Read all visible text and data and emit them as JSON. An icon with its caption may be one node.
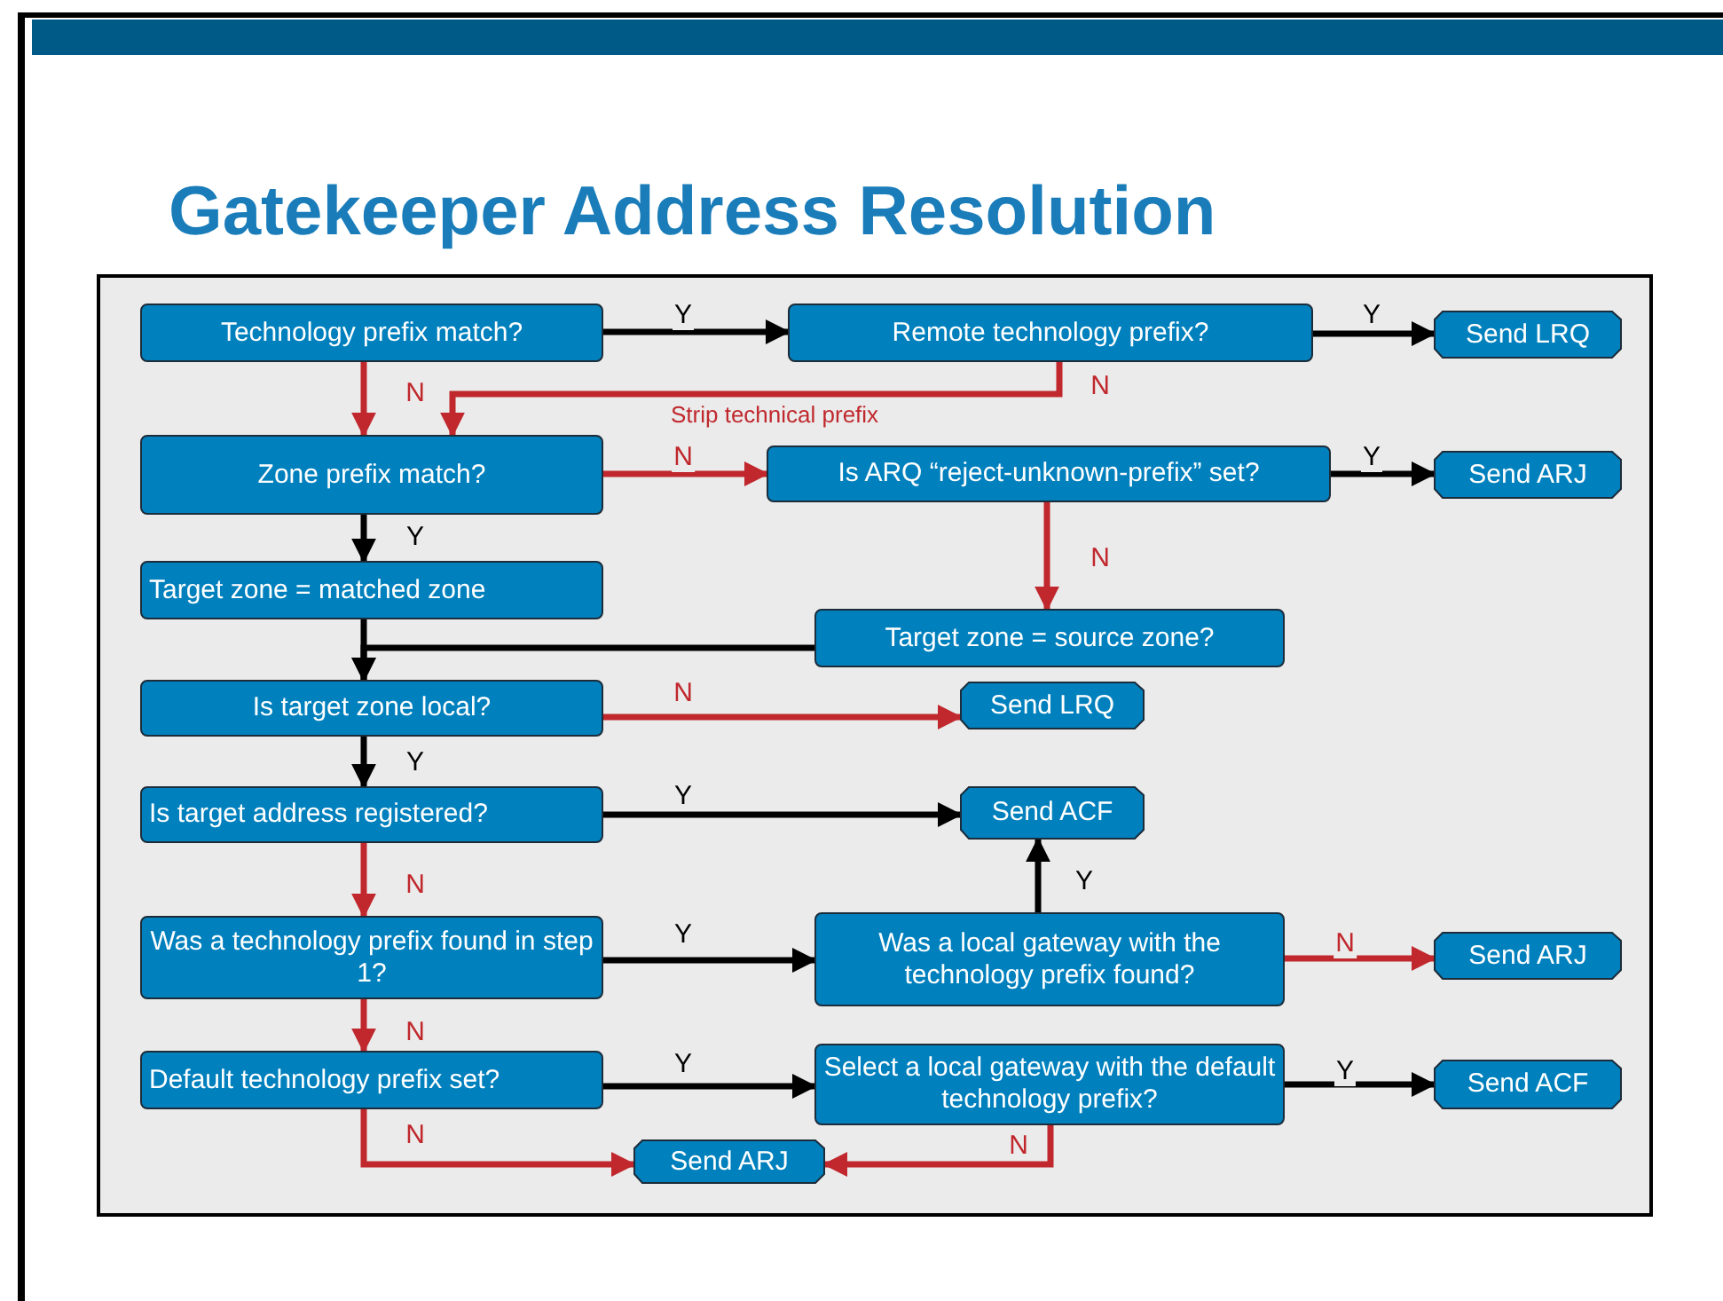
{
  "diagram": {
    "title": "Gatekeeper Address Resolution",
    "nodes": [
      {
        "text": [
          "Technology prefix match?"
        ]
      },
      {
        "text": [
          "Remote technology prefix?"
        ]
      },
      {
        "text": [
          "Send LRQ"
        ]
      },
      {
        "text": [
          "Zone prefix match?"
        ]
      },
      {
        "text": [
          "Is ARQ “reject-unknown-prefix” set?"
        ]
      },
      {
        "text": [
          "Send ARJ"
        ]
      },
      {
        "text": [
          "Target zone = matched zone"
        ]
      },
      {
        "text": [
          "Target zone = source zone?"
        ]
      },
      {
        "text": [
          "Is target zone local?"
        ]
      },
      {
        "text": [
          "Send LRQ"
        ]
      },
      {
        "text": [
          "Is target address registered?"
        ]
      },
      {
        "text": [
          "Send ACF"
        ]
      },
      {
        "text": [
          "Was a technology prefix found in step 1?"
        ]
      },
      {
        "text": [
          "Was a local gateway with the technology prefix found?"
        ]
      },
      {
        "text": [
          "Send ARJ"
        ]
      },
      {
        "text": [
          "Default technology prefix set?"
        ]
      },
      {
        "text": [
          "Select a local gateway with the default technology prefix?"
        ]
      },
      {
        "text": [
          "Send ACF"
        ]
      },
      {
        "text": [
          "Send ARJ"
        ]
      }
    ],
    "edges": [
      {
        "from": 0,
        "to": 1,
        "arrow": "to",
        "label": "Y"
      },
      {
        "from": 1,
        "to": 2,
        "arrow": "to",
        "label": "Y"
      },
      {
        "from": 0,
        "to": 3,
        "arrow": "to",
        "label": "N",
        "color": "#c0282d"
      },
      {
        "from": 1,
        "to": 3,
        "arrow": "to",
        "label": "N",
        "color": "#c0282d"
      },
      {
        "from": 3,
        "to": 4,
        "arrow": "to",
        "label": "N",
        "color": "#c0282d"
      },
      {
        "from": 4,
        "to": 5,
        "arrow": "to",
        "label": "Y"
      },
      {
        "from": 3,
        "to": 6,
        "arrow": "to",
        "label": "Y"
      },
      {
        "from": 4,
        "to": 7,
        "arrow": "to",
        "label": "N",
        "color": "#c0282d"
      },
      {
        "from": 6,
        "to": 8,
        "arrow": "to"
      },
      {
        "from": 7,
        "to": 8,
        "arrow": "to"
      },
      {
        "from": 8,
        "to": 9,
        "arrow": "to",
        "label": "N",
        "color": "#c0282d"
      },
      {
        "from": 8,
        "to": 10,
        "arrow": "to",
        "label": "Y"
      },
      {
        "from": 10,
        "to": 11,
        "arrow": "to",
        "label": "Y"
      },
      {
        "from": 10,
        "to": 12,
        "arrow": "to",
        "label": "N",
        "color": "#c0282d"
      },
      {
        "from": 12,
        "to": 13,
        "arrow": "to",
        "label": "Y"
      },
      {
        "from": 13,
        "to": 11,
        "arrow": "to",
        "label": "Y"
      },
      {
        "from": 13,
        "to": 14,
        "arrow": "to",
        "label": "N",
        "color": "#c0282d"
      },
      {
        "from": 12,
        "to": 15,
        "arrow": "to",
        "label": "N",
        "color": "#c0282d"
      },
      {
        "from": 15,
        "to": 16,
        "arrow": "to",
        "label": "Y"
      },
      {
        "from": 16,
        "to": 17,
        "arrow": "to",
        "label": "Y"
      },
      {
        "from": 15,
        "to": 18,
        "arrow": "to",
        "label": "N",
        "color": "#c0282d"
      },
      {
        "from": 16,
        "to": 18,
        "arrow": "to",
        "label": "N",
        "color": "#c0282d"
      }
    ],
    "labels": [
      "Strip technical prefix"
    ]
  }
}
